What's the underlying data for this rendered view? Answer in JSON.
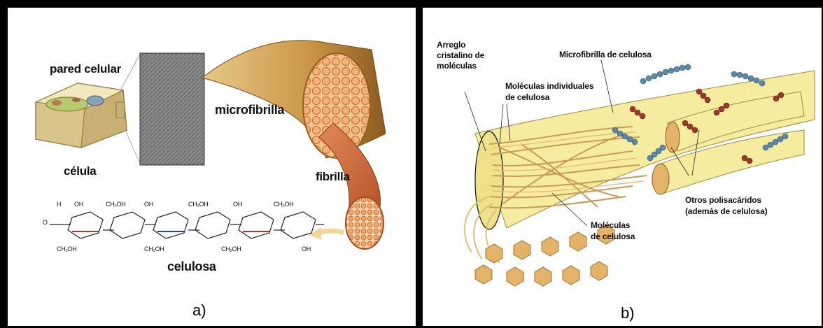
{
  "panel_a": {
    "caption": "a)",
    "labels": {
      "pared_celular": "pared celular",
      "microfibrilla": "microfibrilla",
      "celula": "célula",
      "fibrilla": "fibrilla",
      "celulosa": "celulosa"
    },
    "chem_labels": {
      "oh": "OH",
      "h": "H",
      "ch2oh": "CH₂OH",
      "o": "O"
    }
  },
  "panel_b": {
    "caption": "b)",
    "labels": {
      "arreglo_1": "Arreglo",
      "arreglo_2": "cristalino de",
      "arreglo_3": "moléculas",
      "microfibrilla_celulosa": "Microfibrilla de celulosa",
      "moleculas_ind_1": "Moléculas individuales",
      "moleculas_ind_2": "de celulosa",
      "moleculas_cel_1": "Moléculas",
      "moleculas_cel_2": "de celulosa",
      "otros_1": "Otros polisacáridos",
      "otros_2": "(además de celulosa)"
    }
  },
  "colors": {
    "fiber_yellow": "#f6eca0",
    "fiber_tan": "#d8a35a",
    "fibril_orange": "#d9713c",
    "hexagon": "#e3b36a",
    "bead_blue": "#5c8aa8",
    "bead_red": "#9a3a2c"
  }
}
